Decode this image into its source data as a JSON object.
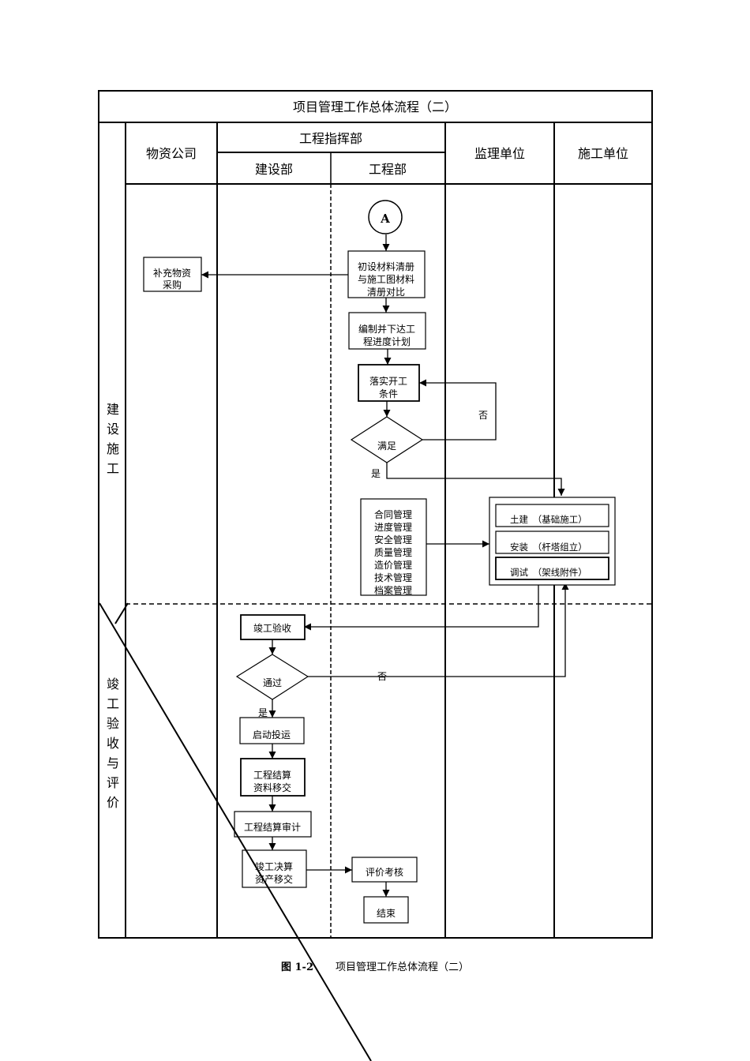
{
  "title": "项目管理工作总体流程（二）",
  "headers": {
    "materials": "物资公司",
    "command": "工程指挥部",
    "construction_dept": "建设部",
    "engineering_dept": "工程部",
    "supervision": "监理单位",
    "contractor": "施工单位"
  },
  "phases": {
    "build": "建设施工",
    "acceptance": "竣工验收与评价"
  },
  "nodes": {
    "start": "A",
    "compare": [
      "初设材料清册",
      "与施工图材料",
      "清册对比"
    ],
    "supplement": [
      "补充物资",
      "采购"
    ],
    "plan": [
      "编制并下达工",
      "程进度计划"
    ],
    "conditions": [
      "落实开工",
      "条件"
    ],
    "satisfied": "满足",
    "management": [
      "合同管理",
      "进度管理",
      "安全管理",
      "质量管理",
      "造价管理",
      "技术管理",
      "档案管理"
    ],
    "civil": "土建　（基础施工）",
    "install": "安装　（杆塔组立）",
    "debug": "调试　（架线附件）",
    "acceptance": "竣工验收",
    "passed": "通过",
    "commission": "启动投运",
    "settlement_transfer": [
      "工程结算",
      "资料移交"
    ],
    "audit": "工程结算审计",
    "final_account": [
      "竣工决算",
      "资产移交"
    ],
    "evaluation": "评价考核",
    "end": "结束"
  },
  "labels": {
    "no": "否",
    "yes": "是"
  },
  "caption": {
    "number": "图 1-2",
    "text": "项目管理工作总体流程（二）"
  }
}
